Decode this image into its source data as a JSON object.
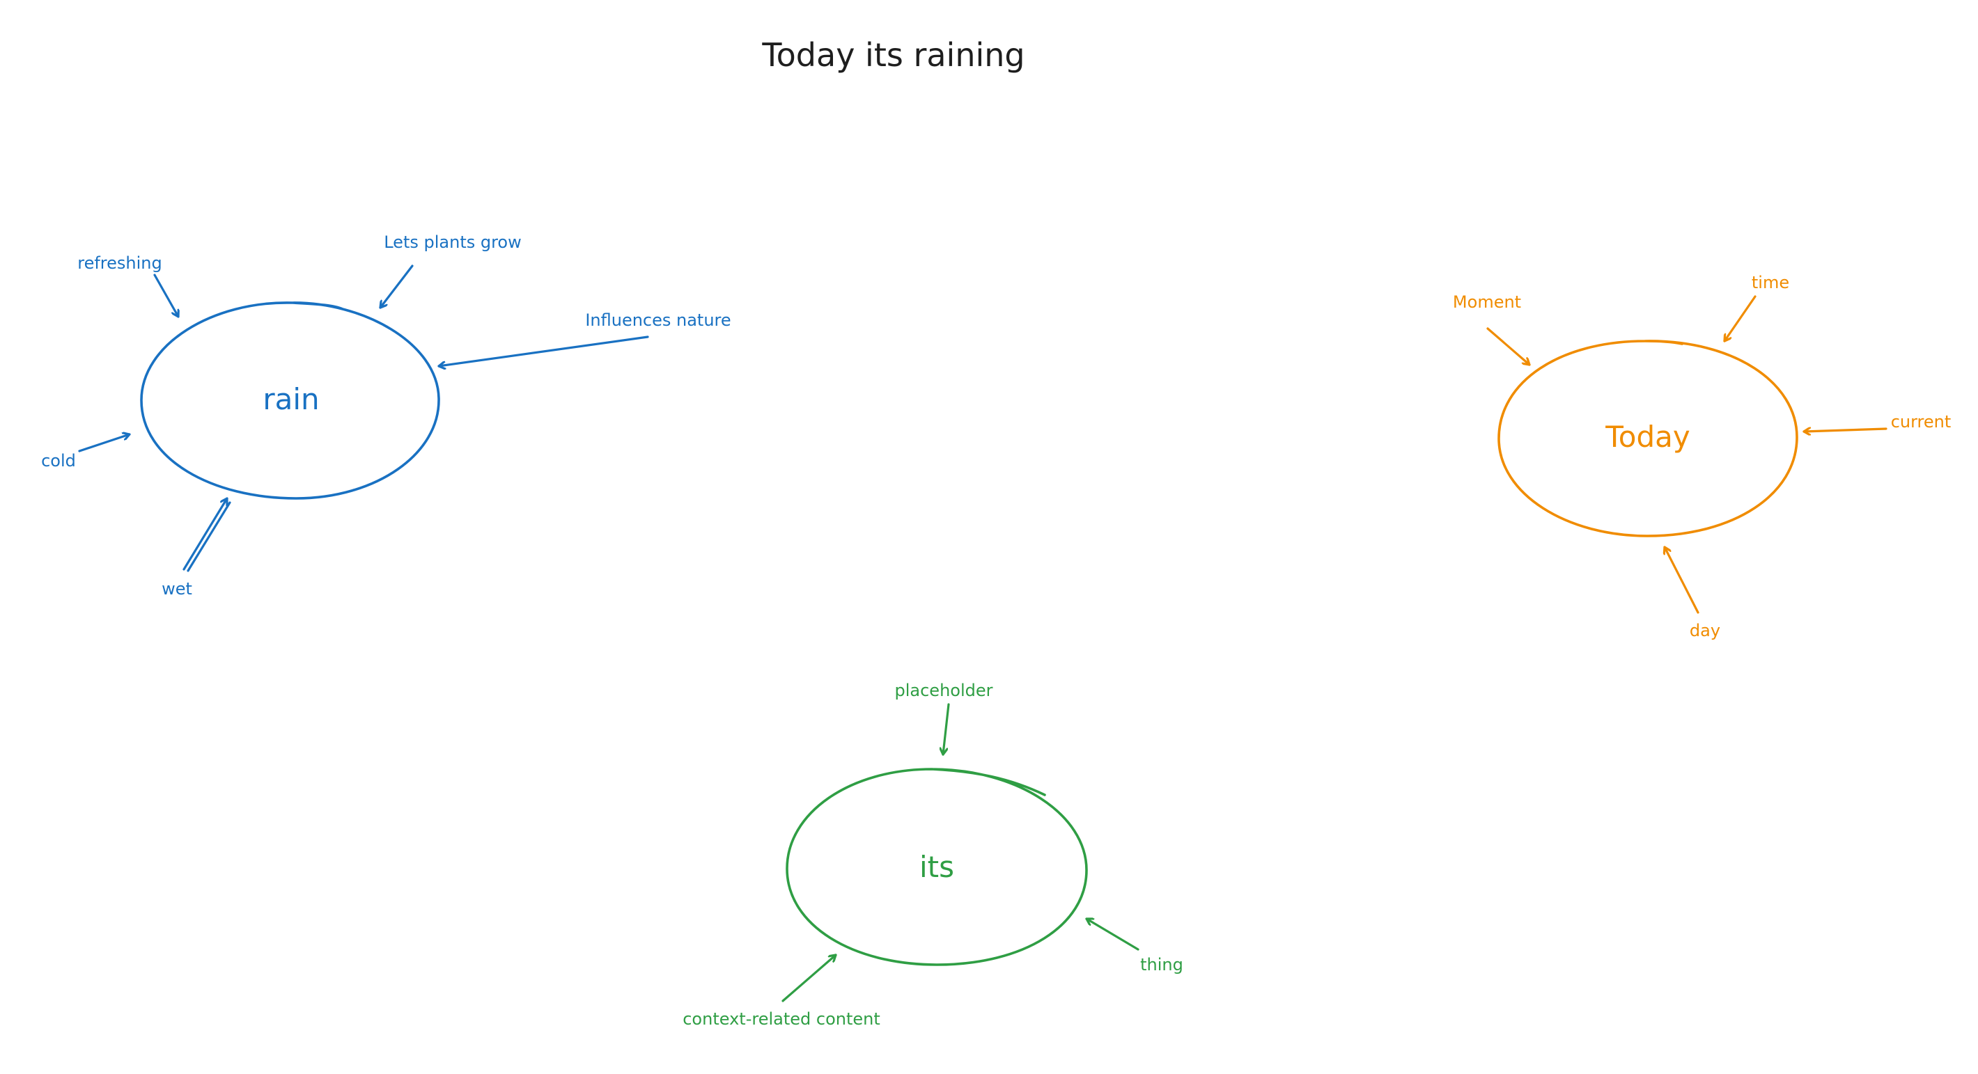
{
  "title": "Today its raining",
  "colors": {
    "title": "#1e1e1e",
    "rain": "#1971c2",
    "today": "#f08c00",
    "its": "#2f9e44"
  },
  "nodes": {
    "rain": {
      "label": "rain",
      "connections": {
        "refreshing": "refreshing",
        "lets_plants_grow": "Lets plants grow",
        "influences_nature": "Influences nature",
        "cold": "cold",
        "wet": "wet"
      }
    },
    "today": {
      "label": "Today",
      "connections": {
        "moment": "Moment",
        "time": "time",
        "current": "current",
        "day": "day"
      }
    },
    "its": {
      "label": "its",
      "connections": {
        "placeholder": "placeholder",
        "thing": "thing",
        "context_related_content": "context-related content"
      }
    }
  }
}
